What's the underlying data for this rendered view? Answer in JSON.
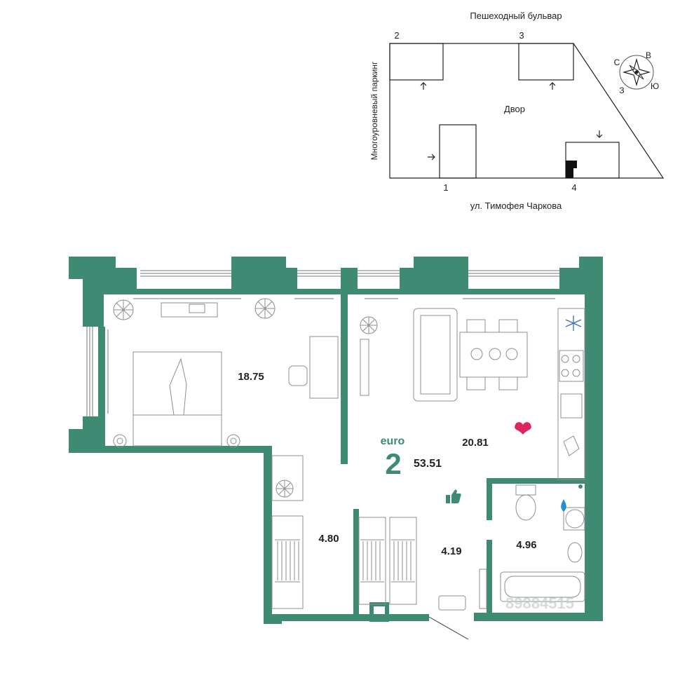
{
  "site_plan": {
    "top_street": "Пешеходный бульвар",
    "left_street": "Многоуровневый паркинг",
    "bottom_street": "ул. Тимофея Чаркова",
    "courtyard": "Двор",
    "sections": [
      "1",
      "2",
      "3",
      "4"
    ]
  },
  "compass": {
    "n": "С",
    "e": "В",
    "s": "Ю",
    "w": "З"
  },
  "apartment": {
    "type_label": "euro",
    "rooms": "2",
    "total_area": "53.51"
  },
  "rooms": {
    "bedroom": "18.75",
    "living": "20.81",
    "hall": "4.80",
    "corridor": "4.19",
    "bathroom": "4.96"
  },
  "watermark": "89884515",
  "colors": {
    "wall": "#3e8a72",
    "accent_text": "#3e8a72",
    "heart": "#e0245e",
    "water": "#1f8fd6",
    "like": "#3e8a72",
    "line": "#9aa0a0"
  },
  "icons": [
    "compass-icon",
    "heart-icon",
    "thumbs-up-icon",
    "water-drop-icon",
    "snowflake-icon"
  ]
}
